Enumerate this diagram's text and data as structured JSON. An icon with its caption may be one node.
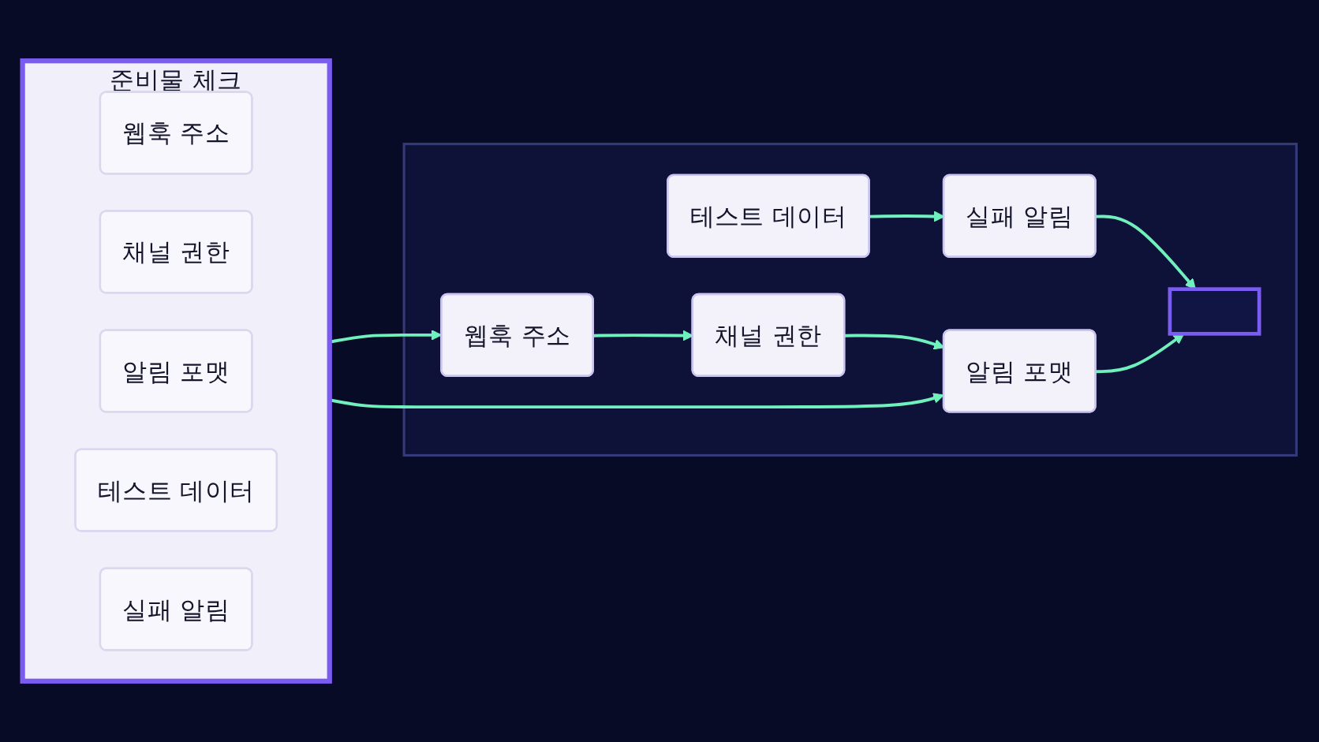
{
  "diagram": {
    "nodes": [
      {
        "text": [
          "준비물 체크"
        ]
      },
      {
        "text": [
          "웹훅 주소"
        ],
        "in": 0
      },
      {
        "text": [
          "채널 권한"
        ],
        "in": 0
      },
      {
        "text": [
          "알림 포맷"
        ],
        "in": 0
      },
      {
        "text": [
          "테스트 데이터"
        ],
        "in": 0
      },
      {
        "text": [
          "실패 알림"
        ],
        "in": 0
      },
      {
        "text": [],
        "shape": "box"
      },
      {
        "text": [
          "웹훅 주소"
        ],
        "in": 6
      },
      {
        "text": [
          "채널 권한"
        ],
        "in": 6
      },
      {
        "text": [
          "알림 포맷"
        ],
        "in": 6
      },
      {
        "text": [
          "테스트 데이터"
        ],
        "in": 6
      },
      {
        "text": [
          "실패 알림"
        ],
        "in": 6
      },
      {
        "text": [],
        "shape": "box",
        "in": 6
      }
    ],
    "edges": [
      {
        "from": 0,
        "to": 7,
        "arrow": "to"
      },
      {
        "from": 0,
        "to": 9,
        "arrow": "to"
      },
      {
        "from": 7,
        "to": 8,
        "arrow": "to"
      },
      {
        "from": 8,
        "to": 9,
        "arrow": "to"
      },
      {
        "from": 10,
        "to": 11,
        "arrow": "to"
      },
      {
        "from": 11,
        "to": 12,
        "arrow": "to"
      },
      {
        "from": 9,
        "to": 12,
        "arrow": "to"
      }
    ]
  }
}
